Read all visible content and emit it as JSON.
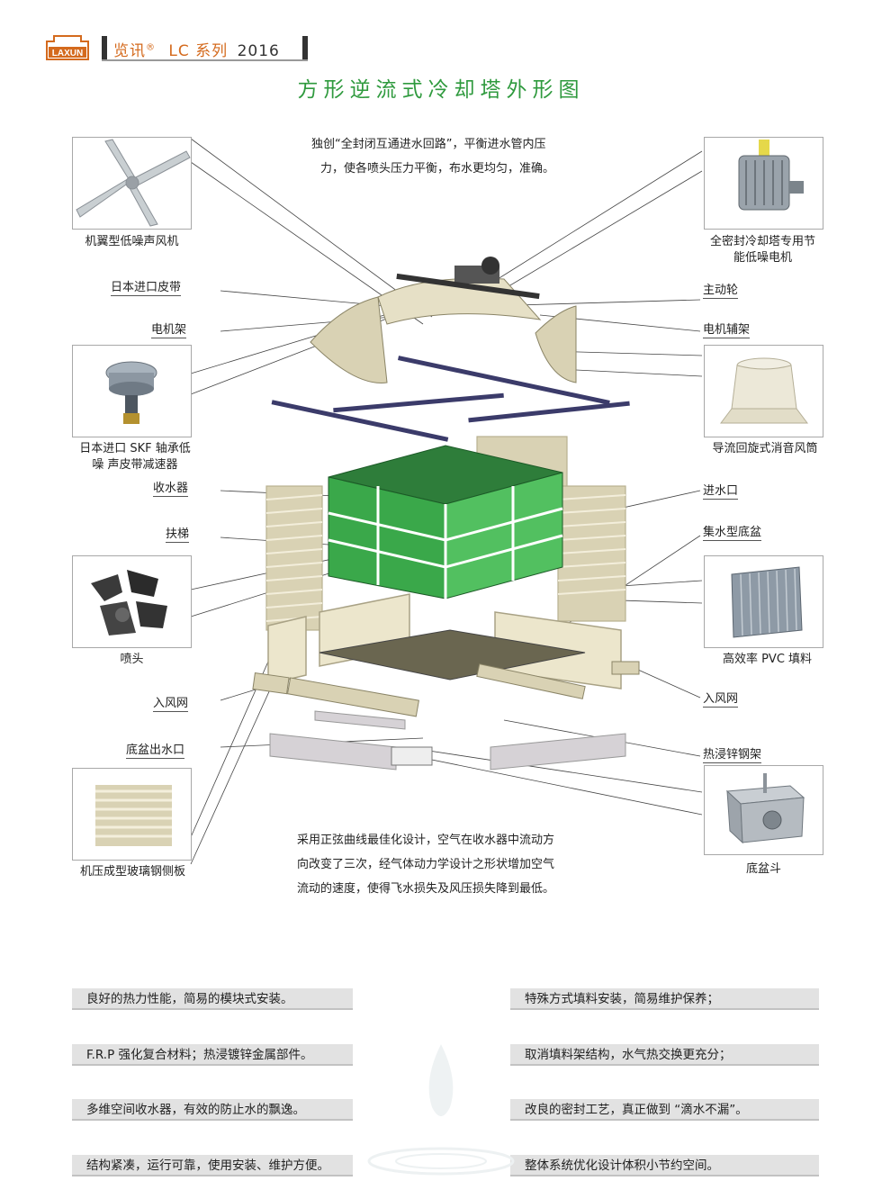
{
  "header": {
    "logo_text": "LAXUN",
    "brand_name": "览讯",
    "registered_mark": "®",
    "series": "LC 系列",
    "year": "2016",
    "title": "方形逆流式冷却塔外形图"
  },
  "top_note": [
    "独创“全封闭互通进水回路”，平衡进水管内压",
    "力，使各喷头压力平衡，布水更均匀，准确。"
  ],
  "bottom_note": [
    "采用正弦曲线最佳化设计，空气在收水器中流动方",
    "向改变了三次，经气体动力学设计之形状增加空气",
    "流动的速度，使得飞水损失及风压损失降到最低。"
  ],
  "left_callouts": {
    "fan": "机翼型低噪声风机",
    "belt": "日本进口皮带",
    "motor_frame": "电机架",
    "reducer": [
      "日本进口 SKF 轴承低",
      "噪 声皮带减速器"
    ],
    "eliminator": "收水器",
    "ladder": "扶梯",
    "nozzle": "喷头",
    "inlet_screen": "入风网",
    "outlet": "底盆出水口",
    "side_panel": "机压成型玻璃钢侧板"
  },
  "right_callouts": {
    "motor": [
      "全密封冷却塔专用节",
      "能低噪电机"
    ],
    "pulley": "主动轮",
    "aux_frame": "电机辅架",
    "fan_stack": "导流回旋式消音风筒",
    "water_inlet": "进水口",
    "basin": "集水型底盆",
    "fill": "高效率 PVC 填料",
    "inlet_screen": "入风网",
    "steel_frame": "热浸锌钢架",
    "basin_hopper": "底盆斗"
  },
  "features_left": [
    "良好的热力性能，简易的模块式安装。",
    "F.R.P 强化复合材料；热浸镀锌金属部件。",
    "多维空间收水器，有效的防止水的飘逸。",
    "结构紧凑，运行可靠，使用安装、维护方便。"
  ],
  "features_right": [
    "特殊方式填料安装，简易维护保养；",
    "取消填料架结构，水气热交换更充分；",
    "改良的密封工艺，真正做到 “滴水不漏”。",
    "整体系统优化设计体积小节约空间。"
  ],
  "colors": {
    "title": "#2f9a3e",
    "brand": "#d46a1d",
    "fill_media": "#3aa84a",
    "panel": "#d9d2b4",
    "frame": "#ffffff",
    "feature_bar": "#e2e2e2"
  },
  "icons": [
    "fan-blade-icon",
    "motor-icon",
    "reducer-icon",
    "fan-stack-icon",
    "nozzle-icon",
    "pvc-fill-icon",
    "side-panel-icon",
    "basin-hopper-icon"
  ]
}
